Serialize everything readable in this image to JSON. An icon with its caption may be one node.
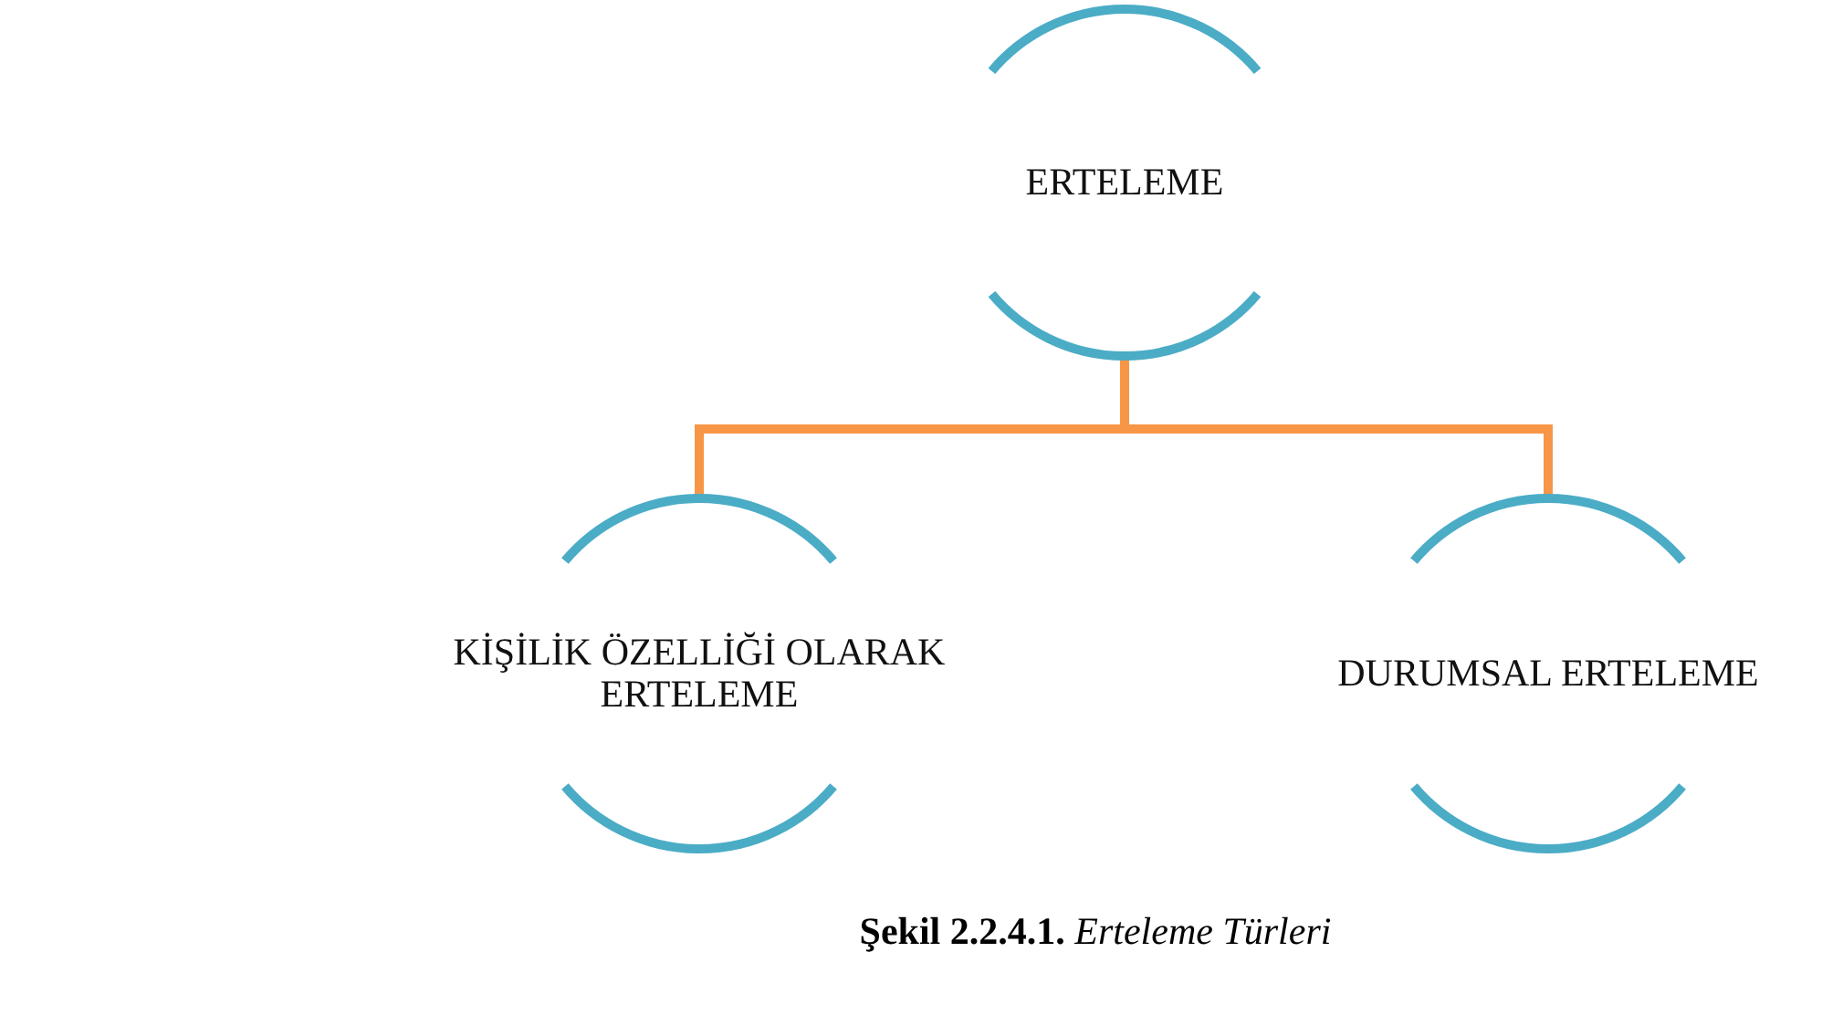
{
  "diagram": {
    "caption": "**Şekil 2.2.4.1.** *Erteleme Türleri*",
    "nodes": [
      {
        "text": [
          "ERTELEME"
        ]
      },
      {
        "text": [
          "KİŞİLİK ÖZELLİĞİ OLARAK ERTELEME"
        ]
      },
      {
        "text": [
          "DURUMSAL ERTELEME"
        ]
      }
    ],
    "edges": [
      {
        "from": 0,
        "to": 1,
        "arrow": "none"
      },
      {
        "from": 0,
        "to": 2,
        "arrow": "none"
      }
    ]
  }
}
